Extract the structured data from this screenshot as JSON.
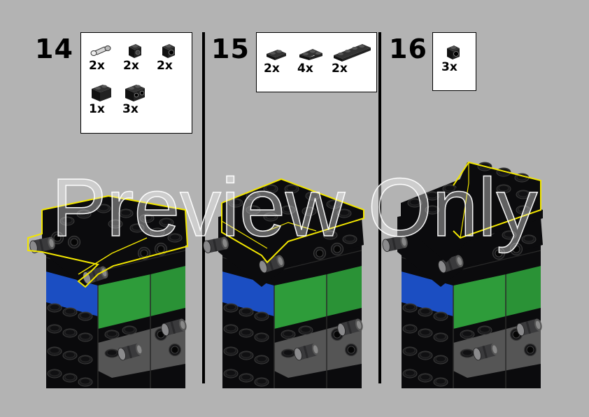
{
  "steps": [
    {
      "number": "14",
      "parts": [
        {
          "icon": "technic-pin-icon",
          "qty": "2x"
        },
        {
          "icon": "brick-1x1-side-stud-icon",
          "qty": "2x"
        },
        {
          "icon": "brick-1x1-technic-icon",
          "qty": "2x"
        },
        {
          "icon": "brick-1x2-icon",
          "qty": "1x"
        },
        {
          "icon": "brick-1x2-technic-icon",
          "qty": "3x"
        }
      ]
    },
    {
      "number": "15",
      "parts": [
        {
          "icon": "plate-1x2-icon",
          "qty": "2x"
        },
        {
          "icon": "plate-corner-icon",
          "qty": "4x"
        },
        {
          "icon": "plate-1x4-icon",
          "qty": "2x"
        }
      ]
    },
    {
      "number": "16",
      "parts": [
        {
          "icon": "brick-1x1-technic-icon",
          "qty": "3x"
        }
      ]
    }
  ],
  "watermark": "Preview Only",
  "colors": {
    "background": "#b3b3b3",
    "brick_black": "#0b0b0d",
    "highlight": "#f2e600",
    "blue": "#1b4ec2",
    "green": "#2e9c3a",
    "dark_gray": "#555555"
  }
}
